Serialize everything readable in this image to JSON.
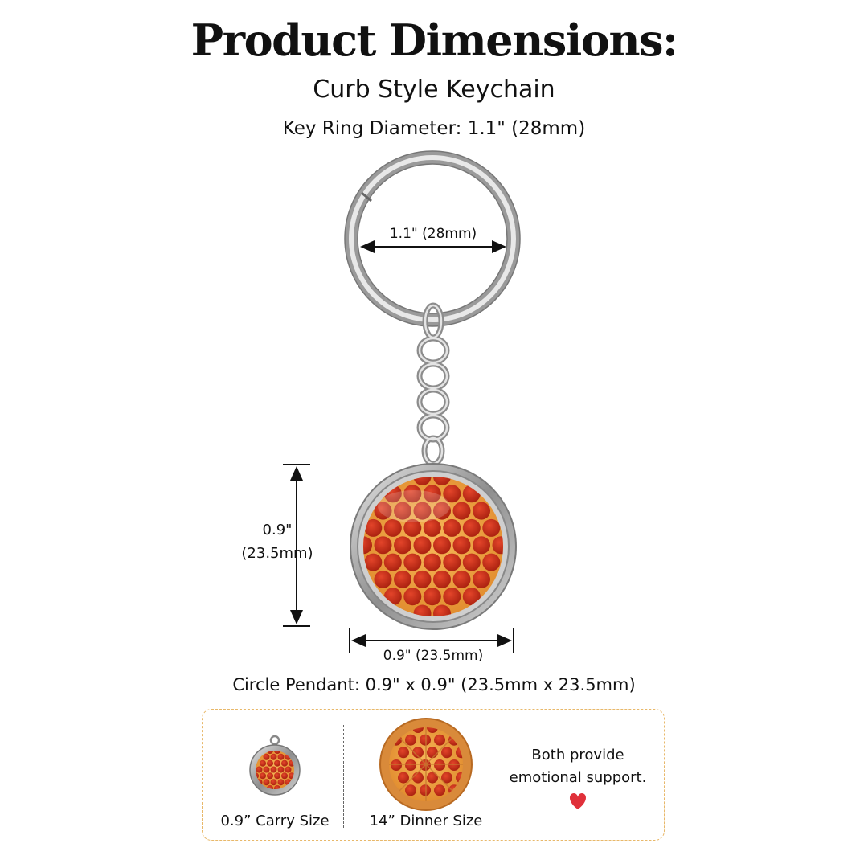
{
  "header": {
    "title": "Product Dimensions:",
    "subtitle": "Curb Style Keychain",
    "ring_spec": "Key Ring Diameter: 1.1\" (28mm)"
  },
  "keychain": {
    "ring_dimension_label": "1.1\" (28mm)",
    "pendant_height_inches": "0.9\"",
    "pendant_height_mm": "(23.5mm)",
    "pendant_width_label": "0.9\" (23.5mm)",
    "pendant_caption": "Circle Pendant: 0.9\" x 0.9\" (23.5mm x 23.5mm)"
  },
  "comparison": {
    "carry_label": "0.9” Carry Size",
    "dinner_label": "14” Dinner Size",
    "note_line1": "Both provide",
    "note_line2": "emotional support.",
    "heart_icon": "heart-icon",
    "accent_border": "#e8b86a",
    "heart_color": "#e0303a"
  },
  "colors": {
    "pepperoni": "#c9321c",
    "cheese": "#f0a040",
    "metal": "#a8a8a8"
  }
}
